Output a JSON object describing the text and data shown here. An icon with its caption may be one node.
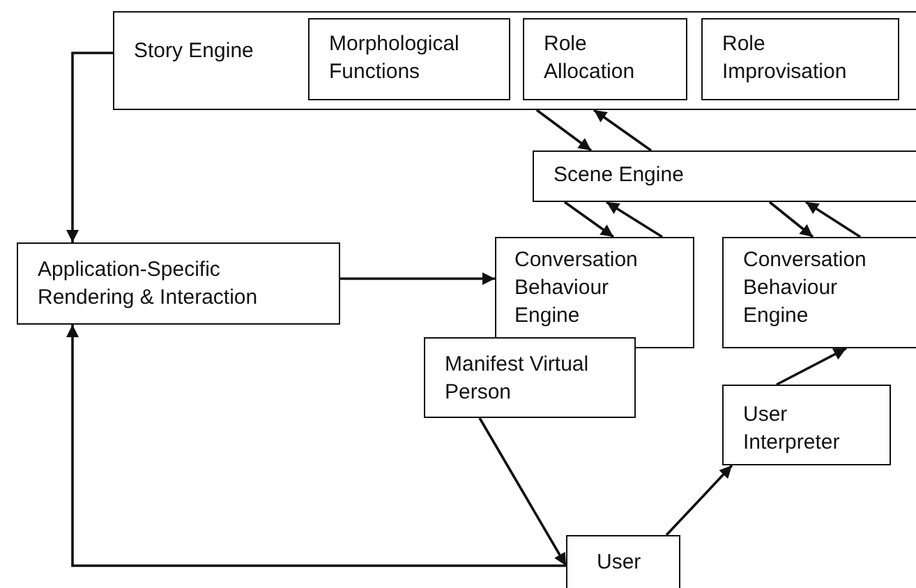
{
  "diagram": {
    "nodes": [
      {
        "text": [
          "Story Engine"
        ]
      },
      {
        "text": [
          "Morphological Functions"
        ],
        "in": 0
      },
      {
        "text": [
          "Role Allocation"
        ],
        "in": 0
      },
      {
        "text": [
          "Role Improvisation"
        ],
        "in": 0
      },
      {
        "text": [
          "Scene Engine"
        ]
      },
      {
        "text": [
          "Application-Specific Rendering & Interaction"
        ]
      },
      {
        "text": [
          "Conversation Behaviour Engine"
        ]
      },
      {
        "text": [
          "Conversation Behaviour Engine"
        ]
      },
      {
        "text": [
          "Manifest Virtual Person"
        ]
      },
      {
        "text": [
          "User Interpreter"
        ]
      },
      {
        "text": [
          "User"
        ]
      }
    ],
    "edges": [
      {
        "from": 0,
        "to": 5,
        "arrow": "to"
      },
      {
        "from": 0,
        "to": 4,
        "arrow": "to"
      },
      {
        "from": 4,
        "to": 0,
        "arrow": "to"
      },
      {
        "from": 4,
        "to": 6,
        "arrow": "to"
      },
      {
        "from": 6,
        "to": 4,
        "arrow": "to"
      },
      {
        "from": 4,
        "to": 7,
        "arrow": "to"
      },
      {
        "from": 7,
        "to": 4,
        "arrow": "to"
      },
      {
        "from": 5,
        "to": 6,
        "arrow": "to"
      },
      {
        "from": 8,
        "to": 10,
        "arrow": "to"
      },
      {
        "from": 10,
        "to": 5,
        "arrow": "to"
      },
      {
        "from": 10,
        "to": 9,
        "arrow": "to"
      },
      {
        "from": 9,
        "to": 7,
        "arrow": "to"
      }
    ]
  }
}
